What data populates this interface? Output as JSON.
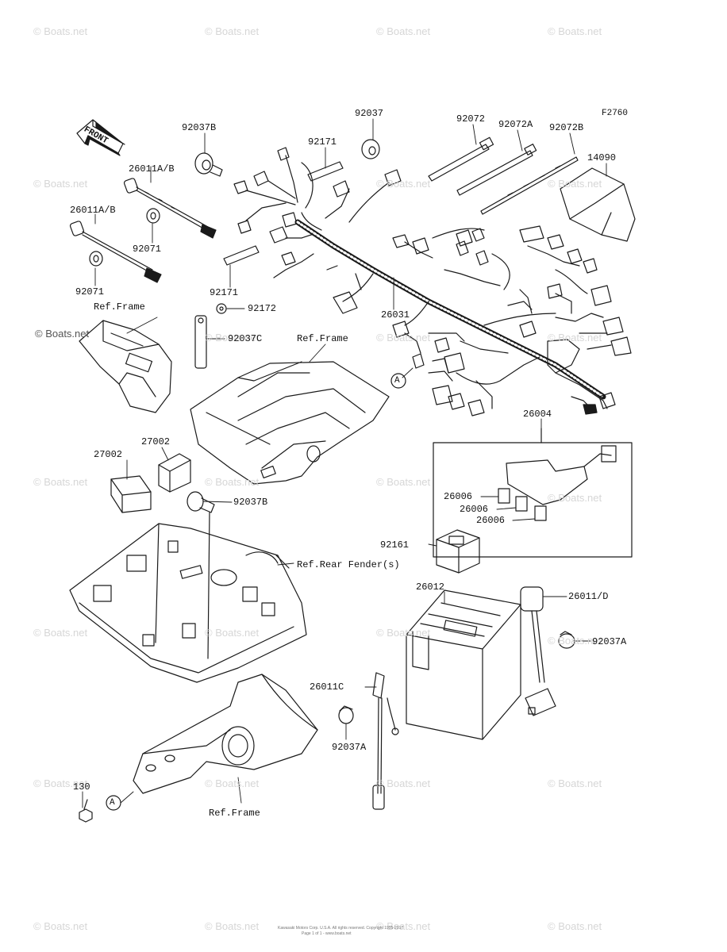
{
  "diagram": {
    "figure_code": "F2760",
    "front_label": "FRONT",
    "parts": {
      "p92037B_top": "92037B",
      "p92037_top": "92037",
      "p92171_top": "92171",
      "p92072": "92072",
      "p92072A": "92072A",
      "p92072B": "92072B",
      "p14090": "14090",
      "p26011AB_1": "26011A/B",
      "p26011AB_2": "26011A/B",
      "p92071_1": "92071",
      "p92071_2": "92071",
      "p92171_mid": "92171",
      "p92172": "92172",
      "p92037C": "92037C",
      "p26031": "26031",
      "p26004": "26004",
      "p26006_1": "26006",
      "p26006_2": "26006",
      "p26006_3": "26006",
      "p27002_1": "27002",
      "p27002_2": "27002",
      "p92037B_mid": "92037B",
      "p92161": "92161",
      "p26012": "26012",
      "p26011D": "26011/D",
      "p92037A_r": "92037A",
      "p26011C": "26011C",
      "p92037A_b": "92037A",
      "p130": "130"
    },
    "refs": {
      "frame_1": "Ref.Frame",
      "frame_2": "Ref.Frame",
      "rear_fender": "Ref.Rear Fender(s)",
      "frame_3": "Ref.Frame"
    },
    "markers": {
      "a_upper": "A",
      "a_lower": "A"
    }
  },
  "watermark": {
    "text": "© Boats.net",
    "large_text": "© Boats.net"
  },
  "footer": {
    "line1": "Kawasaki Motors Corp. U.S.A. All rights reserved. Copyright 1995-2017",
    "line2": "Page 1 of 1 - www.boats.net"
  },
  "colors": {
    "line": "#1a1a1a",
    "watermark": "#d6d6d6",
    "background": "#ffffff"
  }
}
